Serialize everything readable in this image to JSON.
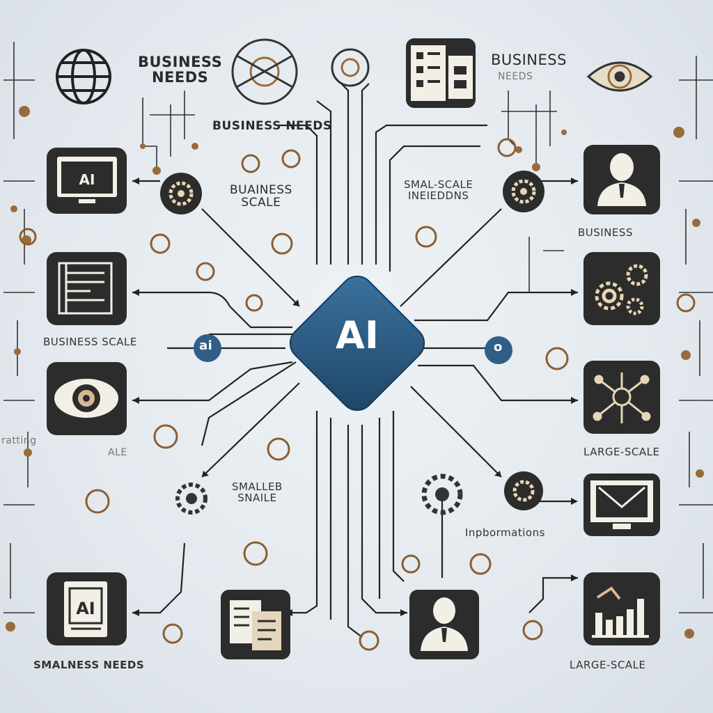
{
  "hub": {
    "label": "AI"
  },
  "labels": {
    "business_needs_top": "BUSINESS\nNEEDS",
    "business_needs_mid": "BUSINESS NEEDS",
    "business_scale_left": "BUAINESS\nSCALE",
    "business_top_right": "BUSINESS",
    "business_top_right_sub": "NEEDS",
    "small_scale_right": "SMAL-SCALE\nINEIEDDNS",
    "business_right": "BUSINESS",
    "business_scale_low_left": "BUSINESS SCALE",
    "ratting_left": "ratting",
    "ale_left": "ALE",
    "smaller_scale": "SMALLEB\nSNAILE",
    "large_scale_right": "LARGE-SCALE",
    "informations_right": "Inpbormations",
    "smalness_needs": "SMALNESS NEEDS",
    "large_scale_bottom": "LARGE-SCALE"
  },
  "colors": {
    "background": "#e6ebef",
    "hub": "#2f5f86",
    "hub_dark": "#1f4565",
    "tile": "#2c2c2c",
    "line": "#222222",
    "accent_bronze": "#9a6b3a"
  },
  "tiles": [
    {
      "name": "browser-ai-tile",
      "icon": "monitor-ai-icon",
      "glyph": "AI"
    },
    {
      "name": "document-layout-tile",
      "icon": "document-icon"
    },
    {
      "name": "eye-tile",
      "icon": "eye-icon"
    },
    {
      "name": "ai-document-tile",
      "icon": "ai-document-icon",
      "glyph": "AI"
    },
    {
      "name": "papers-tile",
      "icon": "papers-icon"
    },
    {
      "name": "person-bottom-tile",
      "icon": "person-icon"
    },
    {
      "name": "person-right-tile",
      "icon": "person-icon"
    },
    {
      "name": "gears-tile",
      "icon": "gears-icon"
    },
    {
      "name": "network-tile",
      "icon": "network-icon"
    },
    {
      "name": "email-tile",
      "icon": "mail-icon"
    },
    {
      "name": "bar-chart-tile",
      "icon": "bar-chart-icon"
    },
    {
      "name": "dashboard-tile",
      "icon": "dashboard-icon"
    }
  ],
  "badges": [
    {
      "name": "left-small-badge",
      "glyph": "ai"
    },
    {
      "name": "right-small-badge",
      "glyph": "o"
    }
  ]
}
